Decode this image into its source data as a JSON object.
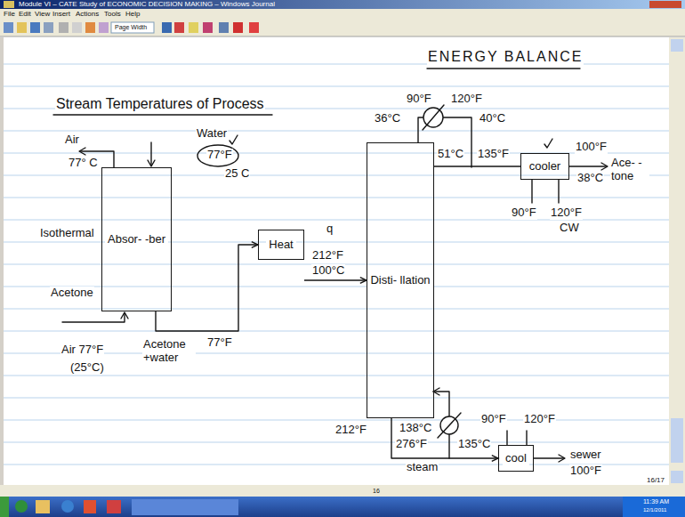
{
  "diagram": {
    "title": "ENERGY BALANCE",
    "nodes": [
      {
        "text": [
          "Absor- -ber"
        ]
      },
      {
        "text": [
          "Heat"
        ]
      },
      {
        "text": [
          "Disti- llation"
        ]
      },
      {
        "text": [
          "cooler"
        ]
      },
      {
        "text": [
          "cool"
        ]
      }
    ],
    "edges": [
      {
        "from": 0,
        "to": 1,
        "arrow": "to"
      },
      {
        "from": 1,
        "to": 2,
        "arrow": "to"
      },
      {
        "from": 2,
        "to": 3,
        "arrow": "none"
      },
      {
        "from": 2,
        "to": 4,
        "arrow": "to"
      }
    ],
    "labels": [
      "Module VI – CATE Study of ECONOMIC DECISION MAKING – Windows Journal",
      "File",
      "Edit",
      "View",
      "Insert",
      "Actions",
      "Tools",
      "Help",
      "Page Width",
      "Stream Temperatures of Process",
      "Air",
      "77° C",
      "Water",
      "77°F",
      "25 C",
      "Isothermal",
      "Acetone",
      "Air 77°F",
      "(25°C)",
      "Acetone +water",
      "77°F",
      "q",
      "212°F",
      "100°C",
      "90°F",
      "36°C",
      "120°F",
      "40°C",
      "51°C",
      "135°F",
      "100°F",
      "38°C",
      "Ace- -tone",
      "90°F",
      "120°F",
      "CW",
      "212°F",
      "138°C",
      "276°F",
      "135°C",
      "steam",
      "90°F",
      "120°F",
      "sewer",
      "100°F",
      "16/17",
      "16",
      "11:39 AM",
      "12/1/2011"
    ]
  }
}
